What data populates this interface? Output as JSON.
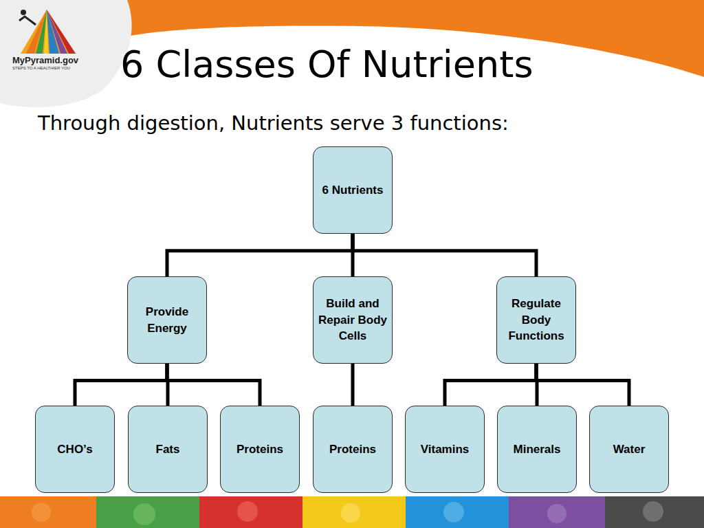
{
  "diagram": {
    "title": "6 Classes Of Nutrients",
    "nodes": [
      {
        "text": [
          "6 Nutrients"
        ]
      },
      {
        "text": [
          "Provide Energy"
        ]
      },
      {
        "text": [
          "Build and Repair Body Cells"
        ]
      },
      {
        "text": [
          "Regulate Body Functions"
        ]
      },
      {
        "text": [
          "CHO’s"
        ]
      },
      {
        "text": [
          "Fats"
        ]
      },
      {
        "text": [
          "Proteins"
        ]
      },
      {
        "text": [
          "Proteins"
        ]
      },
      {
        "text": [
          "Vitamins"
        ]
      },
      {
        "text": [
          "Minerals"
        ]
      },
      {
        "text": [
          "Water"
        ]
      }
    ],
    "edges": [
      {
        "from": 0,
        "to": 1,
        "arrow": "none"
      },
      {
        "from": 0,
        "to": 2,
        "arrow": "none"
      },
      {
        "from": 0,
        "to": 3,
        "arrow": "none"
      },
      {
        "from": 1,
        "to": 4,
        "arrow": "none"
      },
      {
        "from": 1,
        "to": 5,
        "arrow": "none"
      },
      {
        "from": 1,
        "to": 6,
        "arrow": "none"
      },
      {
        "from": 2,
        "to": 7,
        "arrow": "none"
      },
      {
        "from": 3,
        "to": 8,
        "arrow": "none"
      },
      {
        "from": 3,
        "to": 9,
        "arrow": "none"
      },
      {
        "from": 3,
        "to": 10,
        "arrow": "none"
      }
    ],
    "labels": [
      "Through digestion, Nutrients serve 3 functions:",
      "MyPyramid.gov",
      "STEPS TO A HEALTHIER YOU"
    ]
  }
}
